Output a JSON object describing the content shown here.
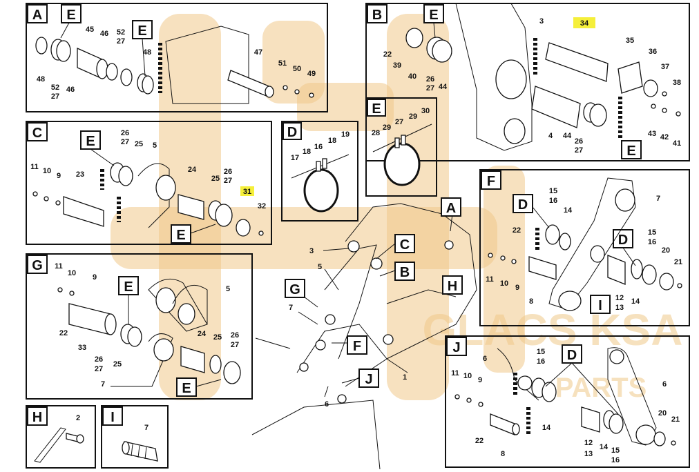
{
  "colors": {
    "highlight": "#f5ef3a",
    "watermark": "#f0c98a",
    "ink": "#111111"
  },
  "watermark": {
    "text_main": "GLACS KSA",
    "text_sub": "PARTS"
  },
  "panels": {
    "A": {
      "label": "A",
      "callout": "E",
      "parts": [
        "48",
        "52",
        "27",
        "46",
        "45",
        "46",
        "52",
        "27",
        "48",
        "47",
        "51",
        "50",
        "49"
      ]
    },
    "B": {
      "label": "B",
      "callout": "E",
      "parts": [
        "22",
        "39",
        "40",
        "26",
        "27",
        "44",
        "3",
        "34",
        "35",
        "36",
        "37",
        "38",
        "4",
        "44",
        "26",
        "27",
        "43",
        "42",
        "41"
      ],
      "highlighted_part": "34"
    },
    "C": {
      "label": "C",
      "callout": "E",
      "parts": [
        "11",
        "10",
        "9",
        "23",
        "26",
        "27",
        "25",
        "5",
        "24",
        "25",
        "26",
        "27",
        "31",
        "32"
      ]
    },
    "D": {
      "label": "D",
      "parts": [
        "17",
        "18",
        "16",
        "18",
        "19"
      ]
    },
    "E": {
      "label": "E",
      "parts": [
        "28",
        "29",
        "27",
        "29",
        "30"
      ]
    },
    "F": {
      "label": "F",
      "callout": "D",
      "parts": [
        "7",
        "15",
        "16",
        "14",
        "22",
        "11",
        "10",
        "9",
        "8",
        "15",
        "16",
        "20",
        "21",
        "12",
        "13",
        "14"
      ]
    },
    "G": {
      "label": "G",
      "callout": "E",
      "parts": [
        "11",
        "10",
        "9",
        "5",
        "22",
        "33",
        "26",
        "27",
        "25",
        "24",
        "25",
        "26",
        "27",
        "7"
      ]
    },
    "H": {
      "label": "H",
      "parts": [
        "2"
      ]
    },
    "I": {
      "label": "I",
      "parts": [
        "7"
      ]
    },
    "J": {
      "label": "J",
      "callout": "D",
      "parts": [
        "6",
        "15",
        "16",
        "11",
        "10",
        "9",
        "6",
        "22",
        "8",
        "14",
        "12",
        "13",
        "14",
        "15",
        "16",
        "20",
        "21"
      ]
    }
  },
  "main_callouts": [
    "A",
    "C",
    "B",
    "G",
    "H",
    "F",
    "J"
  ],
  "main_parts": [
    "3",
    "5",
    "7",
    "6",
    "1"
  ]
}
